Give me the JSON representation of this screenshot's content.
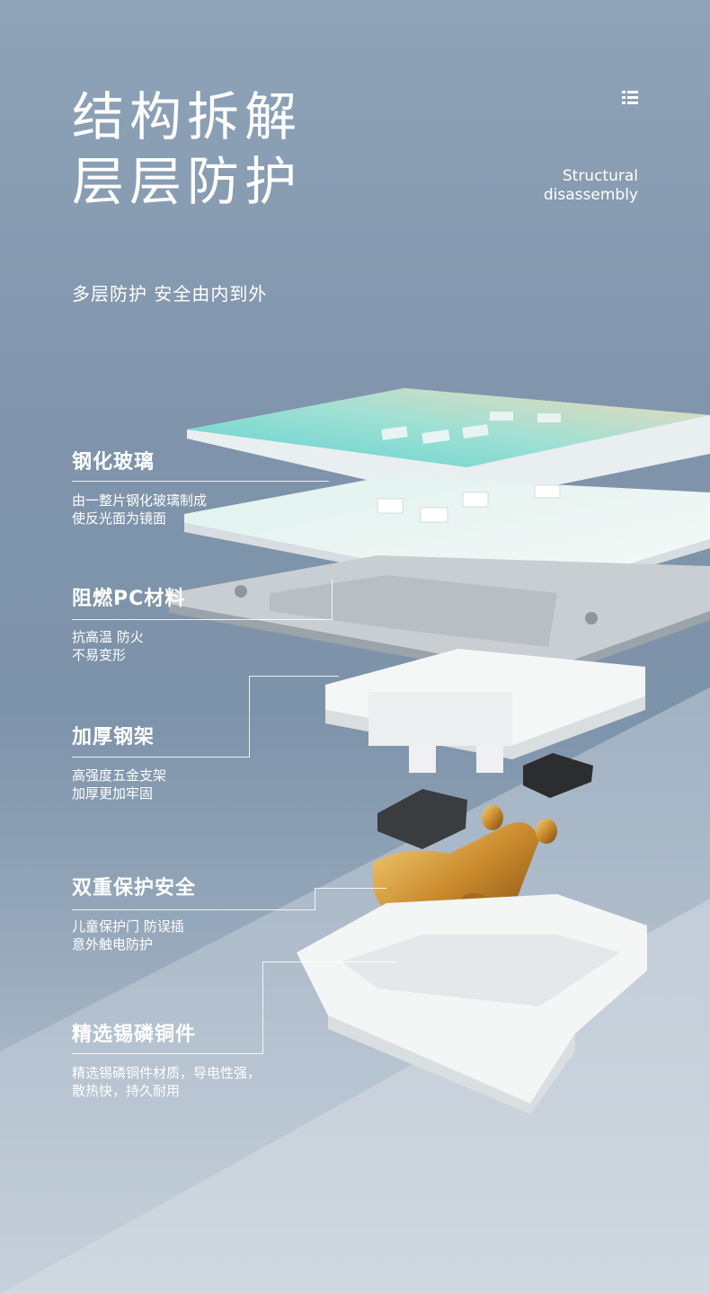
{
  "header": {
    "title_line1": "结构拆解",
    "title_line2": "层层防护",
    "english_line1": "Structural",
    "english_line2": "disassembly",
    "menu_icon": "grid-menu-icon"
  },
  "subtitle": "多层防护 安全由内到外",
  "features": [
    {
      "title": "钢化玻璃",
      "desc_line1": "由一整片钢化玻璃制成",
      "desc_line2": "使反光面为镜面"
    },
    {
      "title": "阻燃PC材料",
      "desc_line1": "抗高温 防火",
      "desc_line2": "不易变形"
    },
    {
      "title": "加厚钢架",
      "desc_line1": "高强度五金支架",
      "desc_line2": "加厚更加牢固"
    },
    {
      "title": "双重保护安全",
      "desc_line1": "儿童保护门 防误插",
      "desc_line2": "意外触电防护"
    },
    {
      "title": "精选锡磷铜件",
      "desc_line1": "精选锡磷铜件材质，导电性强，",
      "desc_line2": "散热快，持久耐用"
    }
  ],
  "colors": {
    "background_top": "#8fa3b8",
    "background_bottom": "#c9d3dc",
    "text": "#ffffff",
    "glass_teal": "#7fd8d6",
    "copper": "#c98a2c"
  }
}
